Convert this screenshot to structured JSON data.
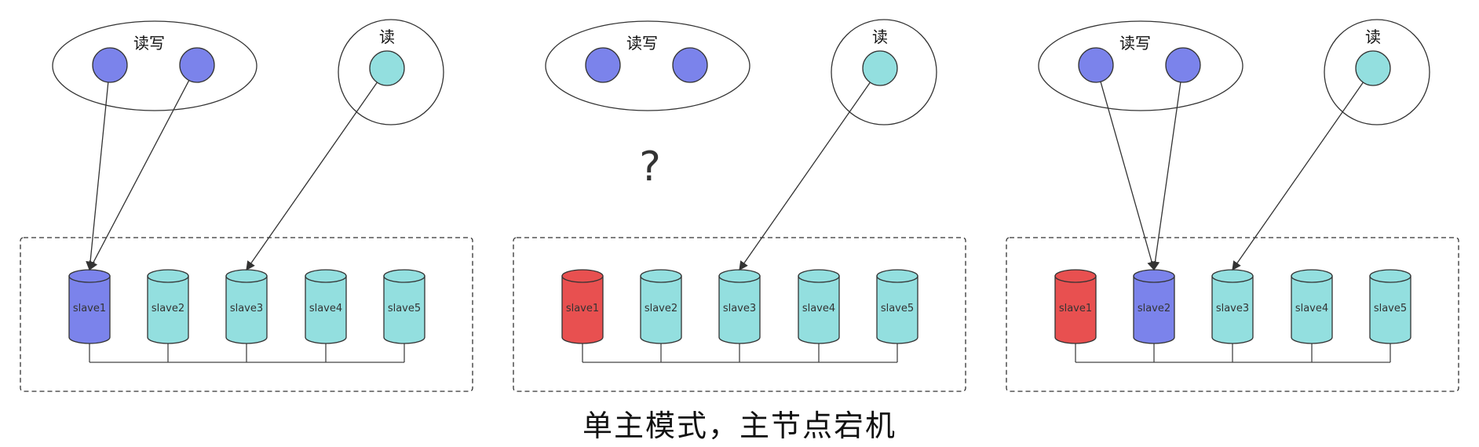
{
  "panels": [
    {
      "rw_group": {
        "label": "读写",
        "nodes": 2
      },
      "r_group": {
        "label": "读"
      },
      "question": "",
      "slaves": [
        {
          "label": "slave1",
          "state": "rw"
        },
        {
          "label": "slave2",
          "state": "normal"
        },
        {
          "label": "slave3",
          "state": "normal"
        },
        {
          "label": "slave4",
          "state": "normal"
        },
        {
          "label": "slave5",
          "state": "normal"
        }
      ],
      "edges": [
        {
          "from": "rw0",
          "to": 0
        },
        {
          "from": "rw1",
          "to": 0
        },
        {
          "from": "r0",
          "to": 2
        }
      ]
    },
    {
      "rw_group": {
        "label": "读写",
        "nodes": 2
      },
      "r_group": {
        "label": "读"
      },
      "question": "?",
      "slaves": [
        {
          "label": "slave1",
          "state": "down"
        },
        {
          "label": "slave2",
          "state": "normal"
        },
        {
          "label": "slave3",
          "state": "normal"
        },
        {
          "label": "slave4",
          "state": "normal"
        },
        {
          "label": "slave5",
          "state": "normal"
        }
      ],
      "edges": [
        {
          "from": "r0",
          "to": 2
        }
      ]
    },
    {
      "rw_group": {
        "label": "读写",
        "nodes": 2
      },
      "r_group": {
        "label": "读"
      },
      "question": "",
      "slaves": [
        {
          "label": "slave1",
          "state": "down"
        },
        {
          "label": "slave2",
          "state": "rw"
        },
        {
          "label": "slave3",
          "state": "normal"
        },
        {
          "label": "slave4",
          "state": "normal"
        },
        {
          "label": "slave5",
          "state": "normal"
        }
      ],
      "edges": [
        {
          "from": "rw0",
          "to": 1
        },
        {
          "from": "rw1",
          "to": 1
        },
        {
          "from": "r0",
          "to": 2
        }
      ]
    }
  ],
  "caption": "单主模式，主节点宕机",
  "colors": {
    "rw": "#7b83eb",
    "read": "#93dfdf",
    "down": "#e85050",
    "stroke": "#333333",
    "line": "#444444"
  }
}
